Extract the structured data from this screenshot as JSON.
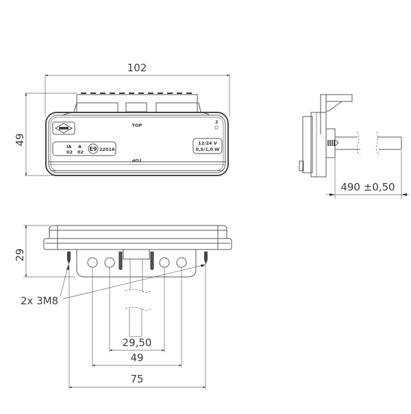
{
  "drawing": {
    "front_view": {
      "width_dim": "102",
      "height_dim": "49",
      "labels": {
        "top": "TOP",
        "top_mirrored": "TOP",
        "approval_ia": "IA",
        "approval_ia_code": "02",
        "approval_a": "A",
        "approval_a_code": "02",
        "e_mark": "E9",
        "approval_number": "22016",
        "voltage": "12/24 V",
        "wattage": "0,5/1,0 W",
        "corner_mark": "2",
        "logo": "logo"
      }
    },
    "side_view": {
      "cable_length_dim": "490 ±0,50"
    },
    "bottom_view": {
      "height_dim": "29",
      "screw_callout": "2x 3M8",
      "inner_spacing_dim": "29,50",
      "mid_spacing_dim": "49",
      "outer_spacing_dim": "75"
    }
  }
}
